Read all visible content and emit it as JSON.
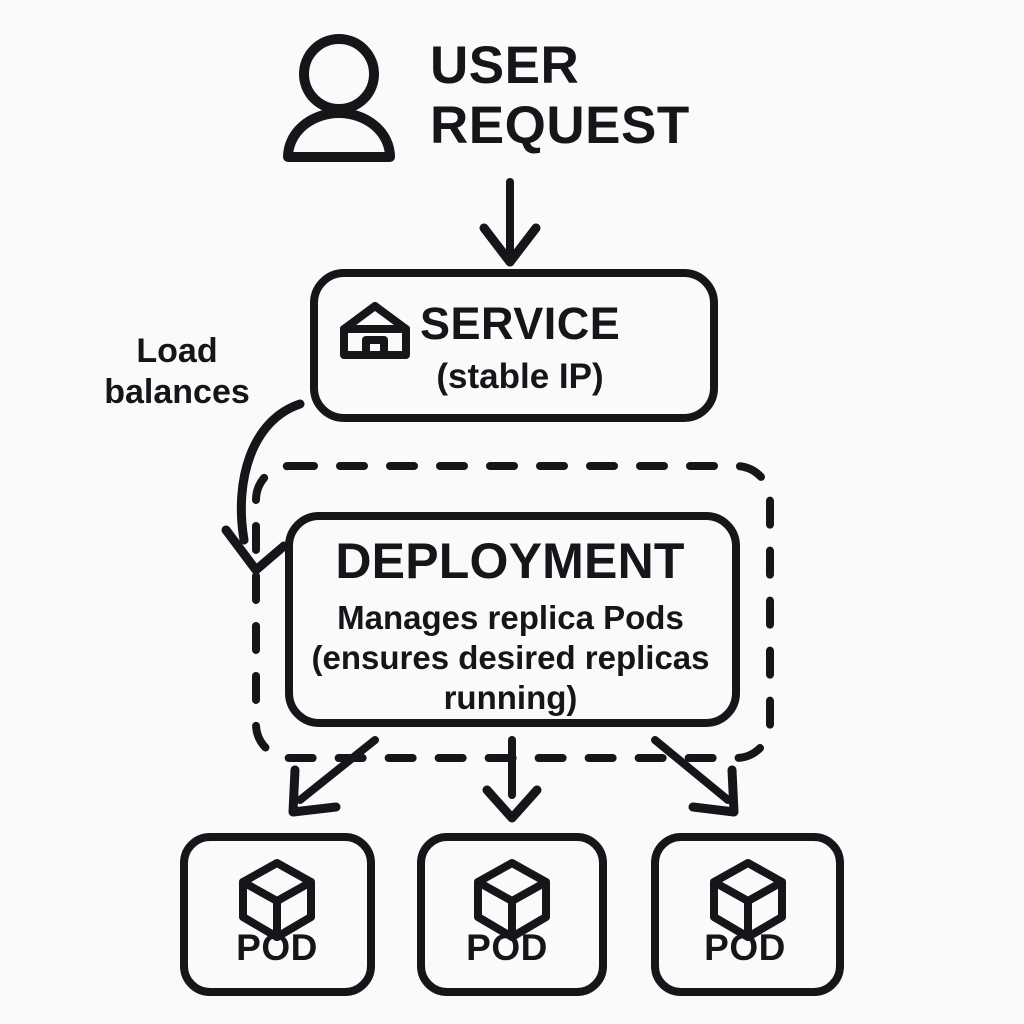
{
  "diagram": {
    "title": "Kubernetes Service / Deployment / Pod architecture",
    "background_color": "#fafafa",
    "stroke_color": "#141619"
  },
  "user": {
    "icon": "person-icon",
    "label": "USER\nREQUEST"
  },
  "service": {
    "icon": "house-icon",
    "title": "SERVICE",
    "subtitle": "(stable IP)"
  },
  "load_balance": {
    "label": "Load\nbalances"
  },
  "deployment": {
    "title": "DEPLOYMENT",
    "description": "Manages replica Pods\n(ensures desired replicas\nrunning)",
    "boundary_style": "dashed"
  },
  "pods": [
    {
      "icon": "cube-icon",
      "label": "POD"
    },
    {
      "icon": "cube-icon",
      "label": "POD"
    },
    {
      "icon": "cube-icon",
      "label": "POD"
    }
  ],
  "arrows": [
    {
      "name": "user-to-service",
      "style": "straight-down"
    },
    {
      "name": "service-to-deployment",
      "style": "curved-load-balance"
    },
    {
      "name": "deployment-to-pod-left",
      "style": "diagonal-down-left"
    },
    {
      "name": "deployment-to-pod-center",
      "style": "straight-down"
    },
    {
      "name": "deployment-to-pod-right",
      "style": "diagonal-down-right"
    }
  ]
}
